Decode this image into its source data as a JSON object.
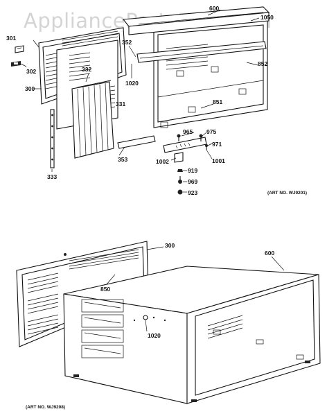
{
  "watermark": "AppliancePartsPros.com",
  "upper_art_no": "(ART NO. WJ9201)",
  "lower_art_no": "(ART NO. WJ9208)",
  "upper_labels": {
    "p600": "600",
    "p1050": "1050",
    "p301": "301",
    "p302": "302",
    "p300": "300",
    "p352": "352",
    "p332": "332",
    "p1020": "1020",
    "p852": "852",
    "p851": "851",
    "p331": "331",
    "p965": "965",
    "p975": "975",
    "p971": "971",
    "p353": "353",
    "p1002": "1002",
    "p1001": "1001",
    "p919": "919",
    "p969": "969",
    "p923": "923",
    "p333": "333"
  },
  "lower_labels": {
    "p300": "300",
    "p600": "600",
    "p850": "850",
    "p1020": "1020"
  }
}
